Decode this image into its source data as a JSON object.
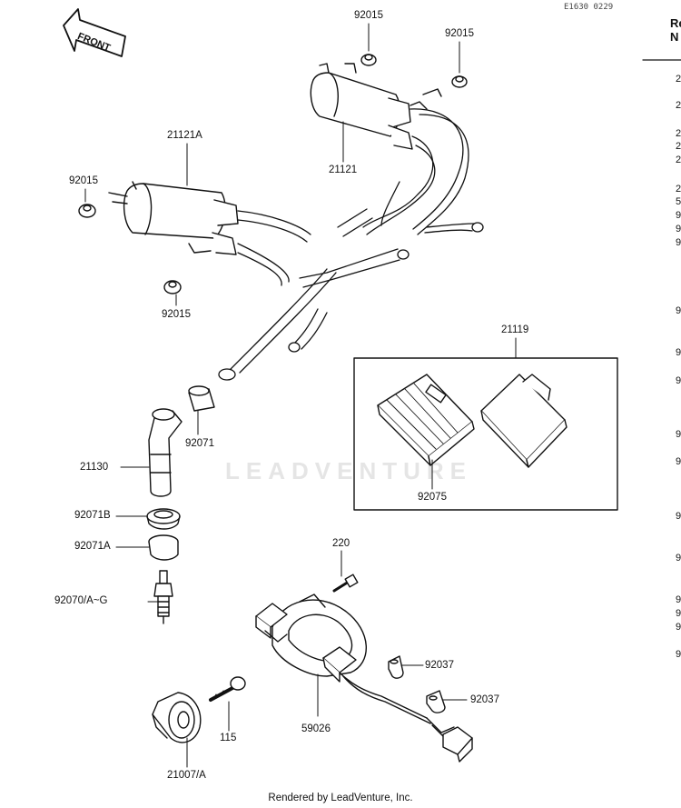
{
  "drawing_ref": "E1630 0229",
  "front_label": "FRONT",
  "column_header": [
    "Re",
    "N"
  ],
  "row_numbers": [
    "2",
    "2",
    "2",
    "2",
    "2",
    "2",
    "5",
    "9",
    "9",
    "9",
    "9",
    "9",
    "9",
    "9",
    "9",
    "9",
    "9",
    "9",
    "9",
    "9",
    "9"
  ],
  "watermark": "LEADVENTURE",
  "footer": "Rendered by LeadVenture, Inc.",
  "labels": {
    "p92015_top1": "92015",
    "p92015_top2": "92015",
    "p21121A": "21121A",
    "p21121": "21121",
    "p92015_left": "92015",
    "p92015_mid": "92015",
    "p21119": "21119",
    "p92071": "92071",
    "p21130": "21130",
    "p92075": "92075",
    "p92071B": "92071B",
    "p92071A": "92071A",
    "p220": "220",
    "p92070": "92070/A~G",
    "p92037_1": "92037",
    "p92037_2": "92037",
    "p115": "115",
    "p59026": "59026",
    "p21007A": "21007/A"
  }
}
